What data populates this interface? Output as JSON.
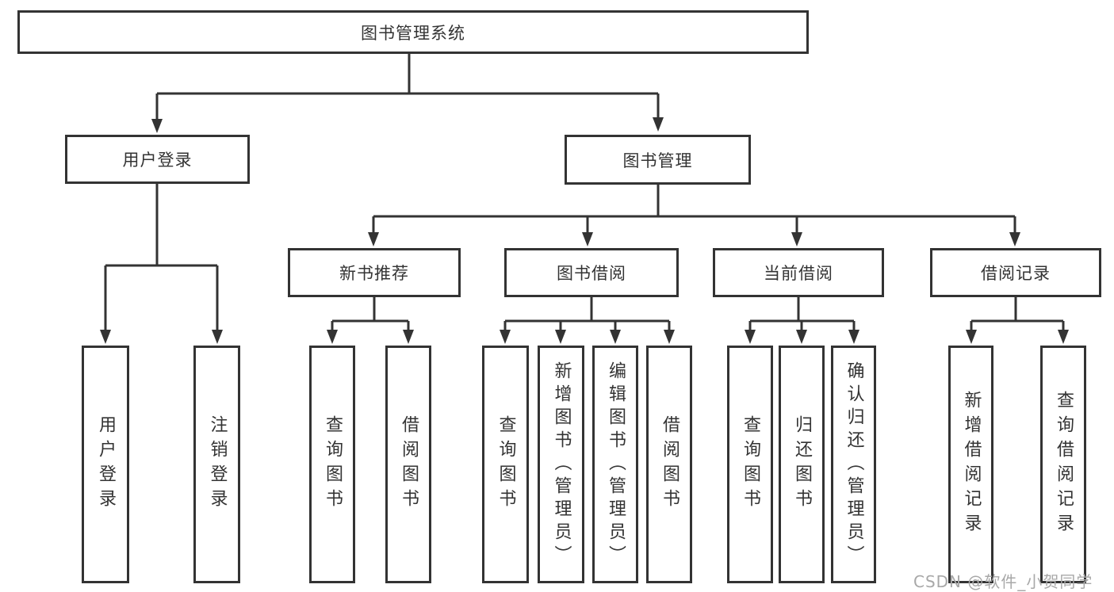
{
  "tree": {
    "root": {
      "label": "图书管理系统",
      "children": [
        {
          "label": "用户登录",
          "children": [
            {
              "label": "用户登录"
            },
            {
              "label": "注销登录"
            }
          ]
        },
        {
          "label": "图书管理",
          "children": [
            {
              "label": "新书推荐",
              "children": [
                {
                  "label": "查询图书"
                },
                {
                  "label": "借阅图书"
                }
              ]
            },
            {
              "label": "图书借阅",
              "children": [
                {
                  "label": "查询图书"
                },
                {
                  "label": "新增图书（管理员）"
                },
                {
                  "label": "编辑图书（管理员）"
                },
                {
                  "label": "借阅图书"
                }
              ]
            },
            {
              "label": "当前借阅",
              "children": [
                {
                  "label": "查询图书"
                },
                {
                  "label": "归还图书"
                },
                {
                  "label": "确认归还（管理员）"
                }
              ]
            },
            {
              "label": "借阅记录",
              "children": [
                {
                  "label": "新增借阅记录"
                },
                {
                  "label": "查询借阅记录"
                }
              ]
            }
          ]
        }
      ]
    }
  },
  "watermark": {
    "text": "CSDN @软件_小贺同学"
  },
  "colors": {
    "line": "#333333",
    "text": "#333333",
    "box_fill": "#ffffff",
    "background": "#ffffff",
    "watermark": "#a8a8a8"
  }
}
